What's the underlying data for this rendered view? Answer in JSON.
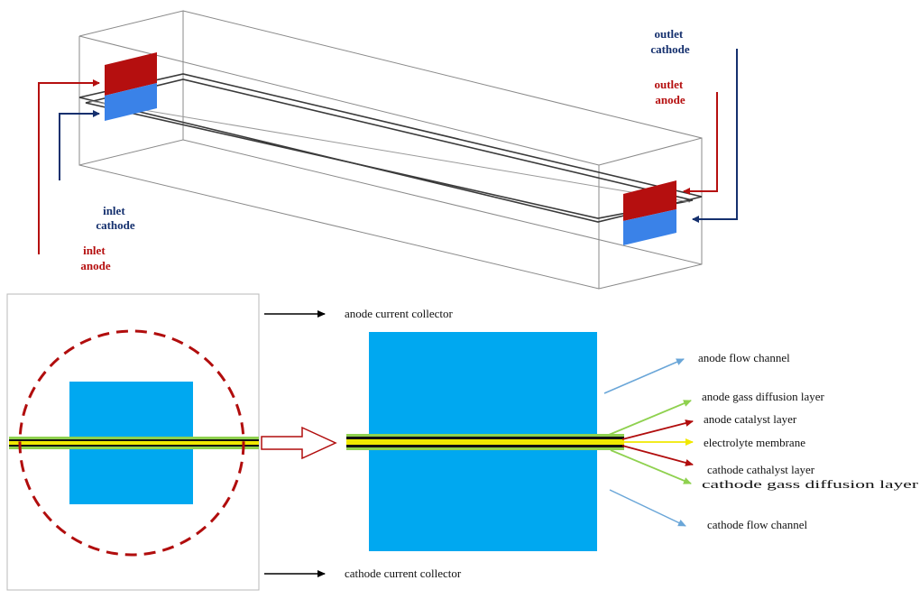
{
  "colors": {
    "anode_red": "#b50f0f",
    "cathode_navy": "#15306e",
    "channel_blue": "#00a8f0",
    "plate_blue": "#3a82e8",
    "outline_gray": "#8a8a8a",
    "gdl_green": "#8fd14f",
    "catalyst_red": "#b10d0d",
    "membrane_yellow": "#f0e800",
    "arrow_lightblue": "#6aa6d8"
  },
  "top_view": {
    "inlet_cathode": [
      "inlet",
      "cathode"
    ],
    "inlet_anode": [
      "inlet",
      "anode"
    ],
    "outlet_cathode": [
      "outlet",
      "cathode"
    ],
    "outlet_anode": [
      "outlet",
      "anode"
    ]
  },
  "bottom_view": {
    "anode_current_collector": "anode  current  collector",
    "cathode_current_collector": "cathode  current  collector",
    "layers": {
      "anode_flow_channel": "anode  flow  channel",
      "anode_gdl": "anode gass  diffusion  layer",
      "anode_catalyst": "anode  catalyst  layer",
      "membrane": "electrolyte  membrane",
      "cathode_catalyst": "cathode  cathalyst  layer",
      "cathode_gdl": "cathode gass diffusion layer",
      "cathode_flow_channel": "cathode  flow  channel"
    }
  }
}
